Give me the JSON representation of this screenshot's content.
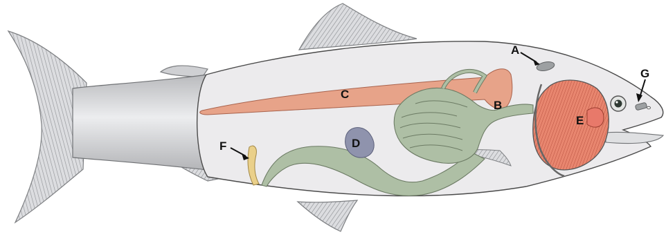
{
  "labels": {
    "A": "A",
    "B": "B",
    "C": "C",
    "D": "D",
    "E": "E",
    "F": "F",
    "G": "G"
  },
  "colors": {
    "body_fill": "#ecebed",
    "body_stroke": "#4a4a4a",
    "fin_fill": "#d6d7d9",
    "fin_stroke": "#8a8a8a",
    "peduncle_fill": "#c9cacc",
    "organ_orange": "#e7a389",
    "organ_green": "#aebfa5",
    "spleen_purple": "#8f93ad",
    "heart_red": "#e8796a",
    "yellow_organ": "#ead08a",
    "kidney_grey": "#9da0a2"
  }
}
